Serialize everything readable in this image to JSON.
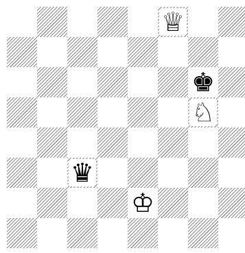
{
  "board": {
    "files": [
      "a",
      "b",
      "c",
      "d",
      "e",
      "f",
      "g",
      "h"
    ],
    "ranks": [
      8,
      7,
      6,
      5,
      4,
      3,
      2,
      1
    ],
    "orientation": "white-bottom",
    "style": "monochrome-hatched-dark-squares",
    "colors": {
      "light": "#ffffff",
      "dark_hatch": "#8c8c8c"
    }
  },
  "pieces": [
    {
      "square": "f8",
      "color": "white",
      "type": "queen",
      "glyph": "♕",
      "icon": "white-queen-icon"
    },
    {
      "square": "g6",
      "color": "black",
      "type": "king",
      "glyph": "♚",
      "icon": "black-king-icon"
    },
    {
      "square": "g5",
      "color": "white",
      "type": "knight",
      "glyph": "♘",
      "icon": "white-knight-icon"
    },
    {
      "square": "c3",
      "color": "black",
      "type": "queen",
      "glyph": "♛",
      "icon": "black-queen-icon"
    },
    {
      "square": "e2",
      "color": "white",
      "type": "king",
      "glyph": "♔",
      "icon": "white-king-icon"
    }
  ]
}
